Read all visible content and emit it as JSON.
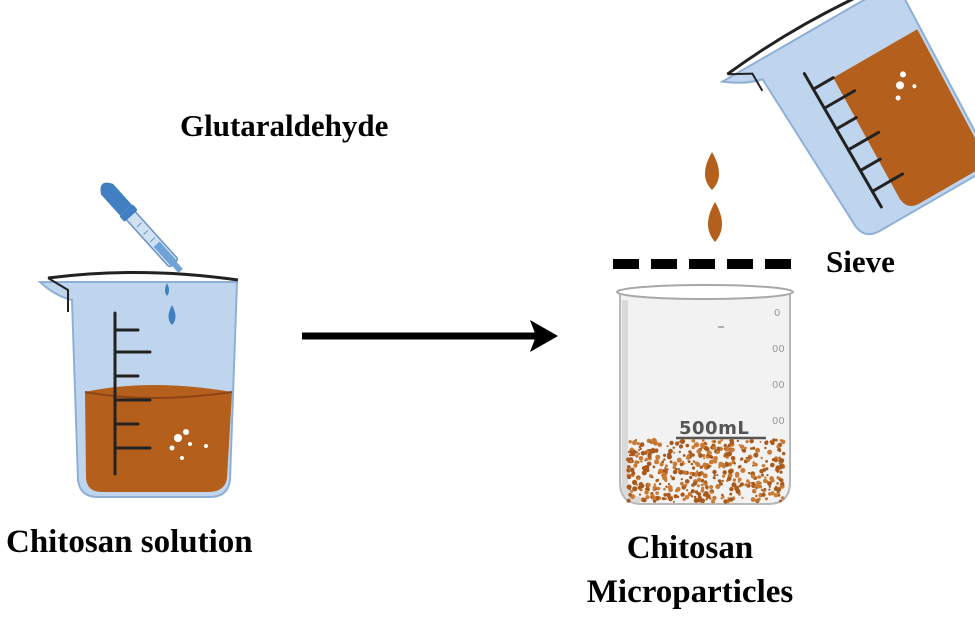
{
  "labels": {
    "reagent": "Glutaraldehyde",
    "start_material": "Chitosan solution",
    "sieve": "Sieve",
    "product_line1": "Chitosan",
    "product_line2": "Microparticles"
  },
  "beaker_volume_label": "500mL",
  "colors": {
    "glass": "#bfd5ee",
    "glass_edge": "#7f9fc8",
    "solution": "#b4601c",
    "dropper_blue": "#3f7fc2",
    "particles": "#c97a35",
    "arrow": "#000000"
  },
  "icons": [
    "beaker-icon",
    "dropper-icon",
    "arrow-icon",
    "sieve-icon",
    "pouring-beaker-icon",
    "graduated-beaker-icon"
  ]
}
